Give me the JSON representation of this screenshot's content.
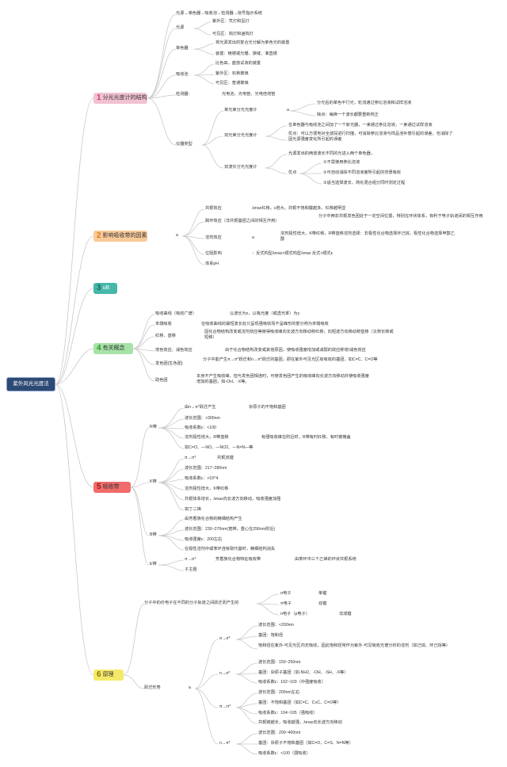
{
  "root": "紫外风光光度法",
  "colors": {
    "pink": "#f2c2d2",
    "orange": "#f9c99a",
    "teal": "#46b7a9",
    "green": "#a6e2a6",
    "red": "#f06b6b",
    "yellow": "#f5e96a",
    "line": "#c9c9c9"
  },
  "b1": {
    "title": "分光光度计的结构",
    "num": "1",
    "chain": "光源→单色器→吸收池→检测器→信号指示系统",
    "source": "光源",
    "source_uv": "紫外区：氘灯和氢灯",
    "source_vis": "可见区：钨灯和卤钨灯",
    "mono": "单色器",
    "mono_desc": "将光源发出的复合光分解为单色光的装置",
    "mono_parts": "装置：棱镜或光栅、狭缝、准直镜",
    "cell": "吸收池",
    "cell_1": "比色皿，盛放试液的装置",
    "cell_2": "紫外区：石英玻璃",
    "cell_3": "可见区：普通玻璃",
    "det": "检测器：",
    "det_desc": "光电池、光电管、光电倍增管",
    "types": "仪器类型",
    "single": "单光束分光光度计",
    "single_a": "a",
    "single_adv": "分光后的单色平行光，轮流通过参比溶液和试样溶液",
    "single_dis": "缺点：每换一个波长都要重新校正",
    "double": "双光束分光光度计",
    "double_1": "在单色器与吸收池之间加了一个斩光器，一束通过参比溶液，一束通过试样溶液",
    "double_2": "优点：可以方便地对全波段进行扫描，可消除参比溶液与样品池补偿引起的误差，也消除了因光源强度变化所引起的误差",
    "dual": "双波长分光光度计",
    "dual_1": "光源发出的两道波长不同的光进入两个单色器，",
    "dual_adv": "优点",
    "dual_a1": "①不需使用参比溶液",
    "dual_a2": "②可自动消除不同溶液度所引起的背景吸收",
    "dual_a3": "③适当选择波长，简化混合组分同时测定过程"
  },
  "b2": {
    "title": "影响吸收带的因素",
    "num": "2",
    "a": "a",
    "conj": "共轭效应",
    "conj_d": "λmax红移，ε增大。共轭不饱和键越多，红移越明显",
    "ring": "跨环效应（非共轭基团之间的相互作用）",
    "ring_d": "分子中两非共轭发色团处于一定空间位置，特别在环状体系，有利于电子轨道间的相互作用",
    "solv": "溶剂效应",
    "solv_a": "a",
    "solv_d": "溶剂极性增大，K带红移，R带蓝移溶剂选择：非极性化合物选择环己烷，极性化合物选择甲醇乙醇",
    "steric": "位阻影响",
    "steric_d": "：反式构型λmax>顺式构型λmax 反式>顺式ε",
    "ph": "体系pH"
  },
  "b3": {
    "title": "uB",
    "num": "3"
  },
  "b4": {
    "title": "有关概念",
    "num": "4",
    "curve": "吸收曲线（吸收广谱）",
    "curve_d": "以波长为x，以吸光度（或透光率）为y",
    "end": "末端吸收",
    "end_d": "在吸收曲线的最短波长处只呈现强吸收而不呈峰形的部分称为末端吸收",
    "shift": "红移、蓝移",
    "shift_d": "因化合物结构改变或溶剂效应等使得吸收峰向长波方向移动称红移；向短波方向移动称蓝移（又称长移或短移）",
    "hyper": "增色效应、减色效应",
    "hyper_d": "由于化合物结构改变或其他原因，使吸收强度增加或减弱的效应称增/减色效应",
    "chrom": "发色团(生色团)",
    "chrom_d": "分子中能产生π→π*跃迁和n→π*跃迁的基团，即在紫外可见光区有吸收的基团，如C=C、C=O等",
    "auxo": "助色团",
    "auxo_d": "本身不产生吸收峰，但与发色团相连时，可使发色团产生的吸收峰向长波方向移动并使吸收强度增加的基团，如-OH、-X等。"
  },
  "b5": {
    "title": "吸收带",
    "num": "5",
    "R": "R带",
    "R_1": "由n→π*跃迁产生",
    "R_1b": "杂原子的不饱和基团",
    "R_2": "波长范围：>300nm",
    "R_3": "吸收系数ε：<100",
    "R_4": "溶剂极性增大，R带蓝移",
    "R_4b": "有强吸收峰在附近时，R带有时红移，有时被掩盖",
    "R_5": "如C=O、—NO、—NO2、—N=N—等",
    "K": "K带",
    "K_1": "π→π*",
    "K_1b": "共轭双键",
    "K_2": "波长范围：217~280nm",
    "K_3": "吸收系数ε：>10^4",
    "K_4": "溶剂极性增大，K带红移",
    "K_5": "共轭体系增长，λmax向长波方向移动，吸收强度加强",
    "K_6": "如丁二烯",
    "B": "B带",
    "B_1": "由芳香族化合物的精细结构产生",
    "B_2": "波长范围：230~270nm(宽带，重心在256nm附近)",
    "B_3": "吸收强度ε：200左右",
    "B_4": "在极性溶剂中或苯环连有取代基时，精细结构消失",
    "E": "E带",
    "E_1": "π→π*",
    "E_1b": "芳香族化合物特征吸收带",
    "E_1c": "由苯环中三个乙烯的环状共轭系统",
    "E_2": "子主题"
  },
  "b6": {
    "title": "原理",
    "num": "6",
    "top": "分子中的价电子在不同的分子轨道之间跃迁而产生的",
    "sigma_e": "σ电子",
    "sigma_k": "单键",
    "pi_e": "π电子",
    "pi_k": "双键",
    "n_e": "n电子（p电子）",
    "n_k": "非成键",
    "forms": "跃迁形势",
    "forms_a": "a",
    "s1": "σ→σ*",
    "s1_1": "波长范围：<200nm",
    "s1_2": "基团：饱和烃",
    "s1_3": "饱和烃在紫外-可见光区内无吸收，因此饱和烃常作为紫外-可见吸收光谱分析的溶剂（如己烷、环己烷等）",
    "s2": "n→σ*",
    "s2_1": "波长范围：150~250nm",
    "s2_2": "基团：杂原子基团（如-NH2、-OH、-SH、-X等）",
    "s2_3": "吸收系数ε：102~103（中强度吸收）",
    "s3": "π→π*",
    "s3_1": "波长范围：200nm左右",
    "s3_2": "基团：不饱和基团（如C=C、C≡C、C=O等）",
    "s3_3": "吸收系数ε：104~105（强吸收）",
    "s3_4": "共轭链越长，吸收越强，λmax向长波方向移动",
    "s4": "n→π*",
    "s4_1": "波长范围：200~400nm",
    "s4_2": "基团：杂原子不饱和基团（如C=O、C=S、N=N等）",
    "s4_3": "吸收系数ε：<100（弱吸收）"
  }
}
